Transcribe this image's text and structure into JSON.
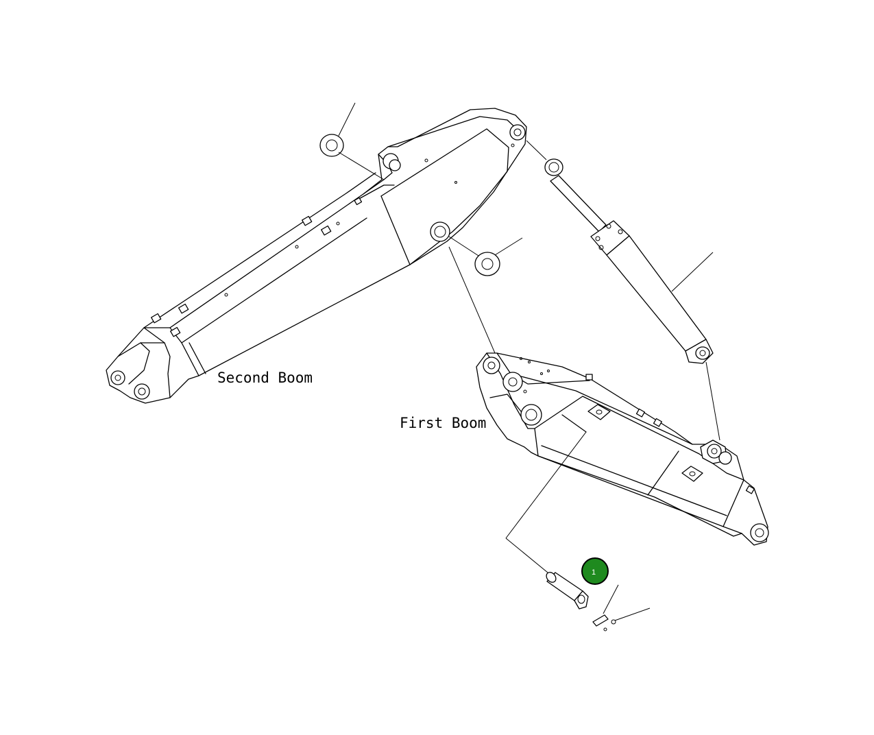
{
  "labels": {
    "second_boom": "Second Boom",
    "first_boom": "First Boom"
  },
  "callouts": [
    {
      "number": "1",
      "color": "#1f8a1f"
    }
  ]
}
